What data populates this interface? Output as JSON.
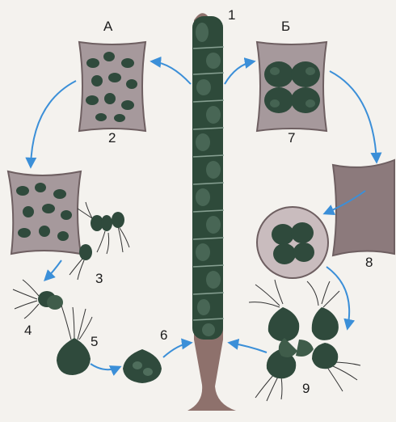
{
  "labels": {
    "section_a": "А",
    "section_b": "Б",
    "n1": "1",
    "n2": "2",
    "n3": "3",
    "n4": "4",
    "n5": "5",
    "n6": "6",
    "n7": "7",
    "n8": "8",
    "n9": "9"
  },
  "colors": {
    "background": "#f4f2ee",
    "cell_wall": "#8c7a7c",
    "cell_fill": "#a6999c",
    "chloroplast": "#2f4a3c",
    "chloroplast_light": "#4f6e5c",
    "filament": "#2e4a3a",
    "rhizoid": "#7b5a55",
    "arrow": "#3b8fd8"
  }
}
